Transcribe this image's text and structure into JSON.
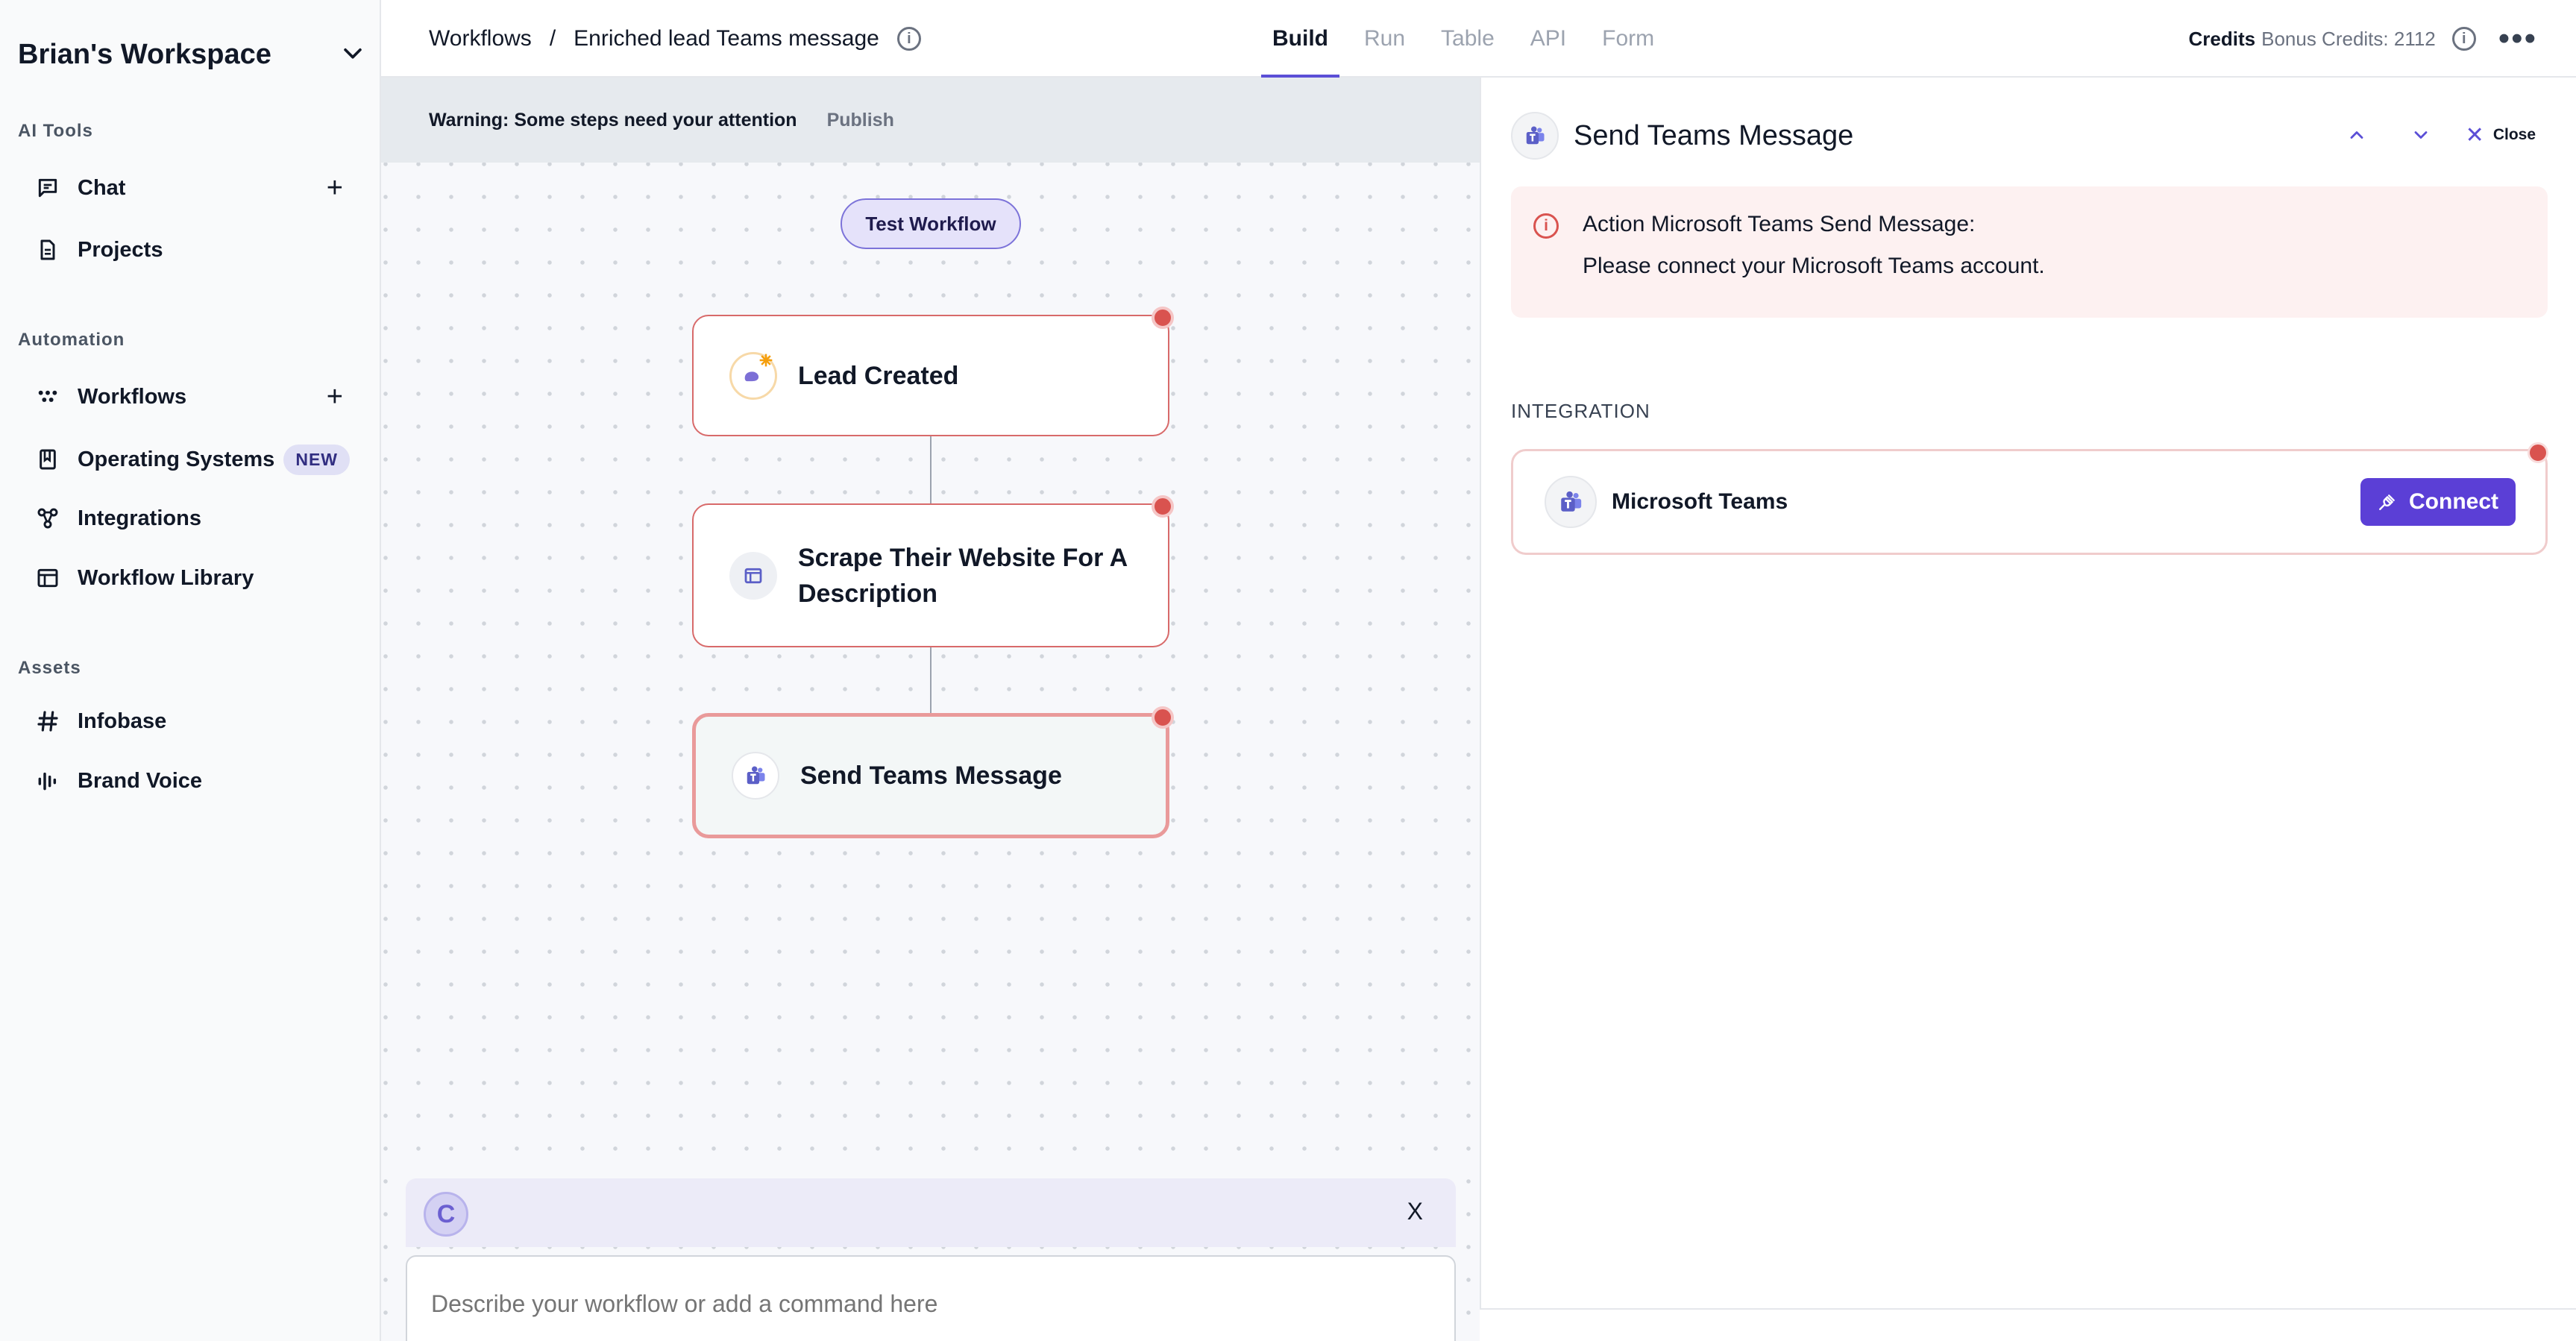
{
  "sidebar": {
    "workspace": "Brian's Workspace",
    "sections": [
      {
        "label": "AI Tools",
        "items": [
          {
            "label": "Chat"
          },
          {
            "label": "Projects"
          }
        ]
      },
      {
        "label": "Automation",
        "items": [
          {
            "label": "Workflows"
          },
          {
            "label": "Operating Systems",
            "badge": "NEW"
          },
          {
            "label": "Integrations"
          },
          {
            "label": "Workflow Library"
          }
        ]
      },
      {
        "label": "Assets",
        "items": [
          {
            "label": "Infobase"
          },
          {
            "label": "Brand Voice"
          }
        ]
      }
    ]
  },
  "header": {
    "breadcrumb": [
      "Workflows",
      "/",
      "Enriched lead Teams message"
    ],
    "tabs": [
      {
        "label": "Build",
        "active": true
      },
      {
        "label": "Run"
      },
      {
        "label": "Table"
      },
      {
        "label": "API"
      },
      {
        "label": "Form"
      }
    ],
    "credits_label": "Credits",
    "bonus_credits": "Bonus Credits: 2112"
  },
  "canvas": {
    "warning": "Warning: Some steps need your attention",
    "publish": "Publish",
    "test_button": "Test Workflow",
    "nodes": [
      {
        "label": "Lead Created",
        "icon": "trigger-icon"
      },
      {
        "label": "Scrape Their Website For A Description",
        "icon": "web-page-icon"
      },
      {
        "label": "Send Teams Message",
        "icon": "microsoft-teams-icon",
        "selected": true
      }
    ]
  },
  "chat": {
    "logo": "C",
    "close": "X",
    "placeholder": "Describe your workflow or add a command here"
  },
  "panel": {
    "title": "Send Teams Message",
    "close": "Close",
    "alert": {
      "line1": "Action Microsoft Teams Send Message:",
      "line2": "Please connect your Microsoft Teams account."
    },
    "integration_label": "INTEGRATION",
    "integration_name": "Microsoft Teams",
    "connect_label": "Connect"
  },
  "colors": {
    "accent": "#5b3fd6",
    "error": "#d9534f",
    "teams": "#5b5fc7"
  }
}
